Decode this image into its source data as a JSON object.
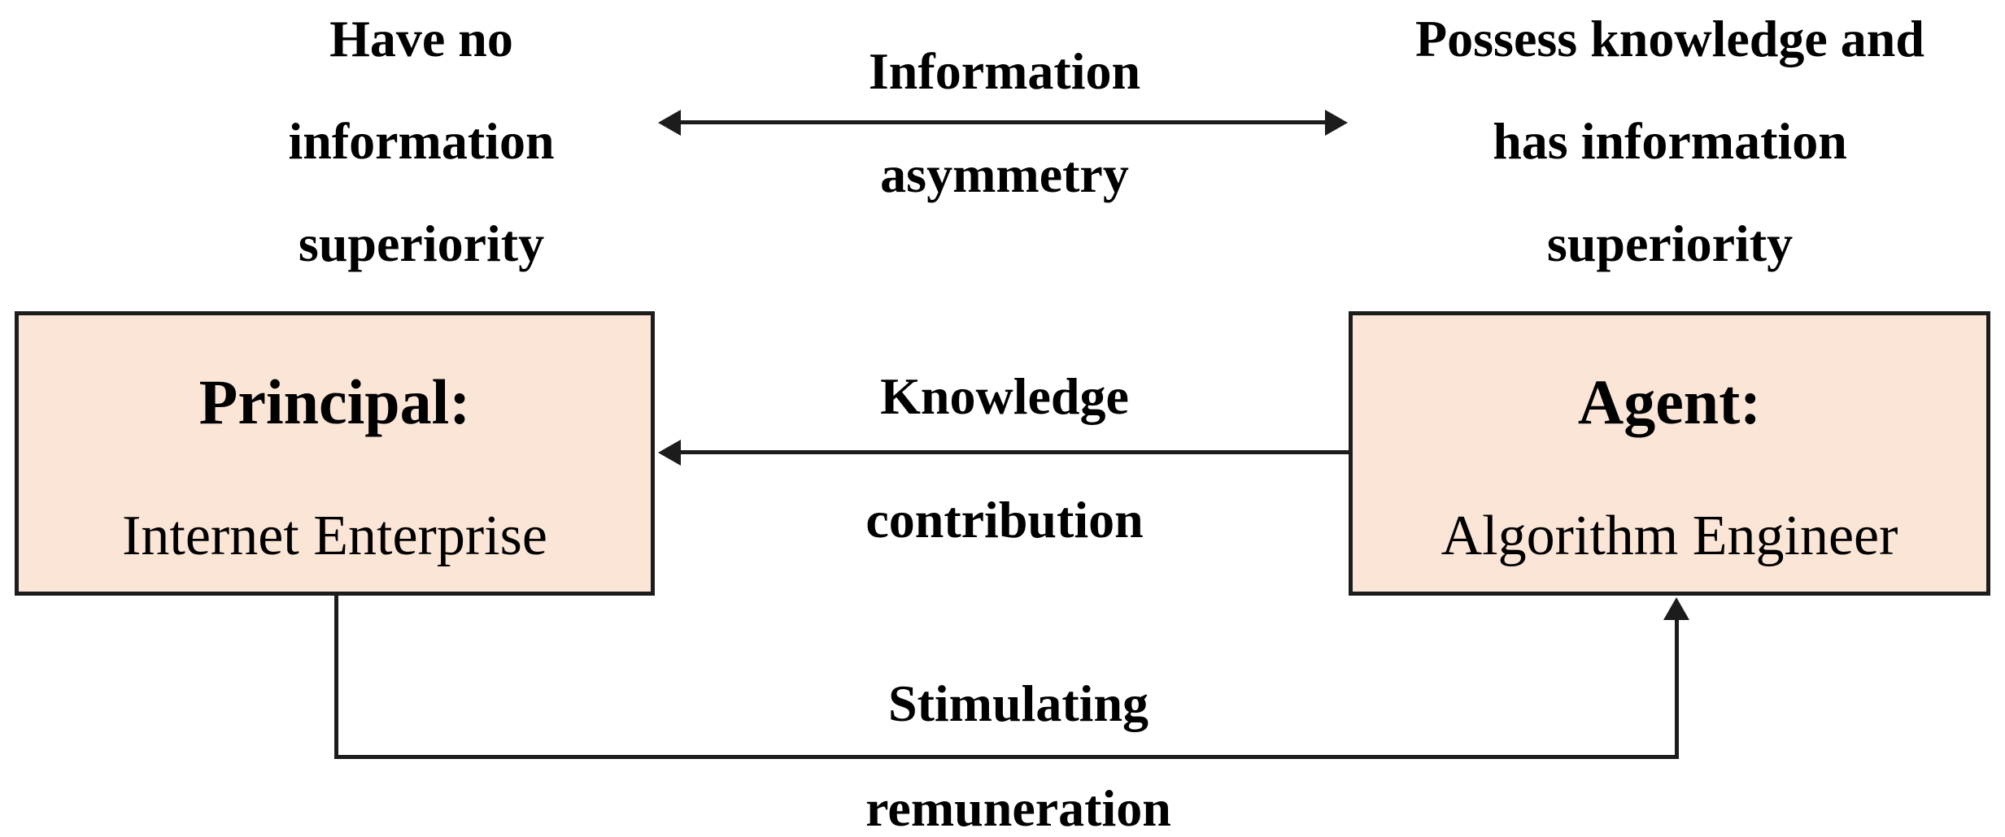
{
  "notes": {
    "principal": {
      "line1": "Have no",
      "line2": "information",
      "line3": "superiority"
    },
    "agent": {
      "line1": "Possess knowledge and",
      "line2": "has information",
      "line3": "superiority"
    }
  },
  "relations": {
    "information_asymmetry": {
      "line1": "Information",
      "line2": "asymmetry"
    },
    "knowledge_contribution": {
      "line1": "Knowledge",
      "line2": "contribution"
    },
    "stimulating_remuneration": {
      "line1": "Stimulating",
      "line2": "remuneration"
    }
  },
  "boxes": {
    "principal": {
      "title": "Principal:",
      "subtitle": "Internet Enterprise"
    },
    "agent": {
      "title": "Agent:",
      "subtitle": "Algorithm Engineer"
    }
  },
  "colors": {
    "box_fill": "#fbe5d6",
    "box_border": "#1c1c1c",
    "line": "#1c1c1c",
    "background": "#ffffff"
  }
}
